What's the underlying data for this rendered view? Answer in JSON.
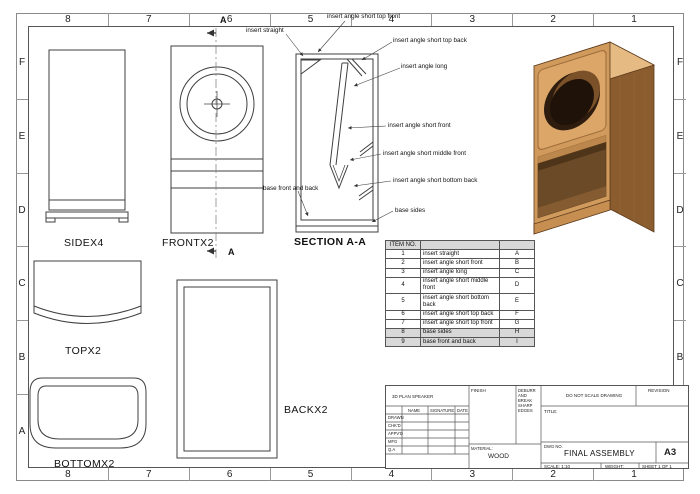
{
  "sheet": {
    "cols": [
      "8",
      "7",
      "6",
      "5",
      "4",
      "3",
      "2",
      "1"
    ],
    "rows": [
      "F",
      "E",
      "D",
      "C",
      "B",
      "A"
    ]
  },
  "views": {
    "side_label": "SIDEX4",
    "front_label": "FRONTX2",
    "section_label": "SECTION A-A",
    "top_label": "TOPX2",
    "bottom_label": "BOTTOMX2",
    "back_label": "BACKX2",
    "section_arrow_letter": "A"
  },
  "callouts": [
    "insert straight",
    "insert angle short top front",
    "insert angle short top back",
    "insert angle long",
    "insert angle short front",
    "insert angle short middle front",
    "insert angle short bottom back",
    "base front and back",
    "base sides"
  ],
  "item_table": {
    "header": "ITEM NO.",
    "rows": [
      {
        "no": "1",
        "desc": "insert straight",
        "code": "A"
      },
      {
        "no": "2",
        "desc": "insert angle short front",
        "code": "B"
      },
      {
        "no": "3",
        "desc": "insert angle long",
        "code": "C"
      },
      {
        "no": "4",
        "desc": "insert angle short middle front",
        "code": "D"
      },
      {
        "no": "5",
        "desc": "insert angle short bottom back",
        "code": "E"
      },
      {
        "no": "6",
        "desc": "insert angle short top back",
        "code": "F"
      },
      {
        "no": "7",
        "desc": "insert angle short top front",
        "code": "G"
      },
      {
        "no": "8",
        "desc": "base sides",
        "code": "H"
      },
      {
        "no": "9",
        "desc": "base front and back",
        "code": "I"
      }
    ]
  },
  "title_block": {
    "plan_note": "3D PLAN SPEAKER",
    "finish_label": "FINISH",
    "deburr_note": "DEBURR AND BREAK SHARP EDGES",
    "do_not_scale": "DO NOT SCALE DRAWING",
    "revision_label": "REVISION",
    "name_label": "NAME",
    "signature_label": "SIGNATURE",
    "date_label": "DATE",
    "title_label": "TITLE:",
    "sig_rows": [
      "DRAWN",
      "CHK'D",
      "APPV'D",
      "MFG",
      "Q.A"
    ],
    "material_label": "MATERIAL:",
    "material_value": "WOOD",
    "dwg_label": "DWG NO.",
    "title_value": "FINAL ASSEMBLY",
    "sheet_size": "A3",
    "scale_label": "SCALE: 1:10",
    "weight_label": "WEIGHT:",
    "sheet_label": "SHEET 1 OF 1"
  },
  "iso": {
    "top_color": "#e6bb83",
    "front_color": "#d09a5c",
    "side_color": "#8a5c2e",
    "hole_color": "#2e1c0e",
    "interior_color": "#6b4a28"
  }
}
